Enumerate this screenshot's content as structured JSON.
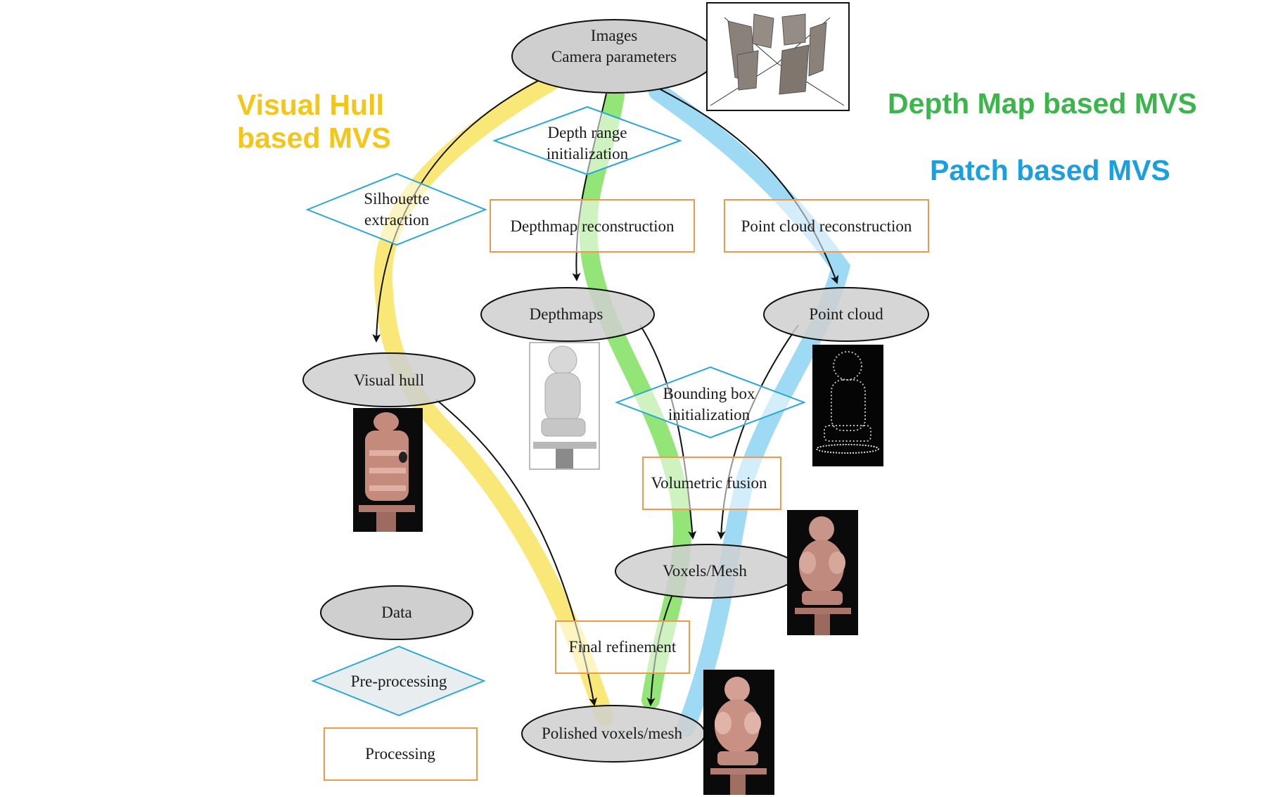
{
  "titles": {
    "visual_hull_line1": "Visual Hull",
    "visual_hull_line2": "based MVS",
    "depth_map": "Depth Map based MVS",
    "patch": "Patch based MVS"
  },
  "nodes": {
    "images_line1": "Images",
    "images_line2": "Camera parameters",
    "depth_range_line1": "Depth range",
    "depth_range_line2": "initialization",
    "silhouette_line1": "Silhouette",
    "silhouette_line2": "extraction",
    "depthmap_reconstruction": "Depthmap reconstruction",
    "point_cloud_reconstruction": "Point cloud reconstruction",
    "depthmaps": "Depthmaps",
    "point_cloud": "Point cloud",
    "visual_hull": "Visual hull",
    "bounding_box_line1": "Bounding box",
    "bounding_box_line2": "initialization",
    "volumetric_fusion": "Volumetric fusion",
    "voxels_mesh": "Voxels/Mesh",
    "final_refinement": "Final refinement",
    "polished": "Polished voxels/mesh"
  },
  "legend": {
    "data": "Data",
    "preprocessing": "Pre-processing",
    "processing": "Processing"
  },
  "colors": {
    "visual_hull_path": "#f7e04a",
    "depth_map_path": "#6fdc4a",
    "patch_path": "#7dcdf0",
    "visual_hull_title": "#f5c518",
    "depth_map_title": "#3cb54a",
    "patch_title": "#1aa0e0",
    "ellipse_fill": "#cfcfcf",
    "diamond_stroke": "#2aa8d8",
    "box_stroke": "#ef9a4a"
  }
}
